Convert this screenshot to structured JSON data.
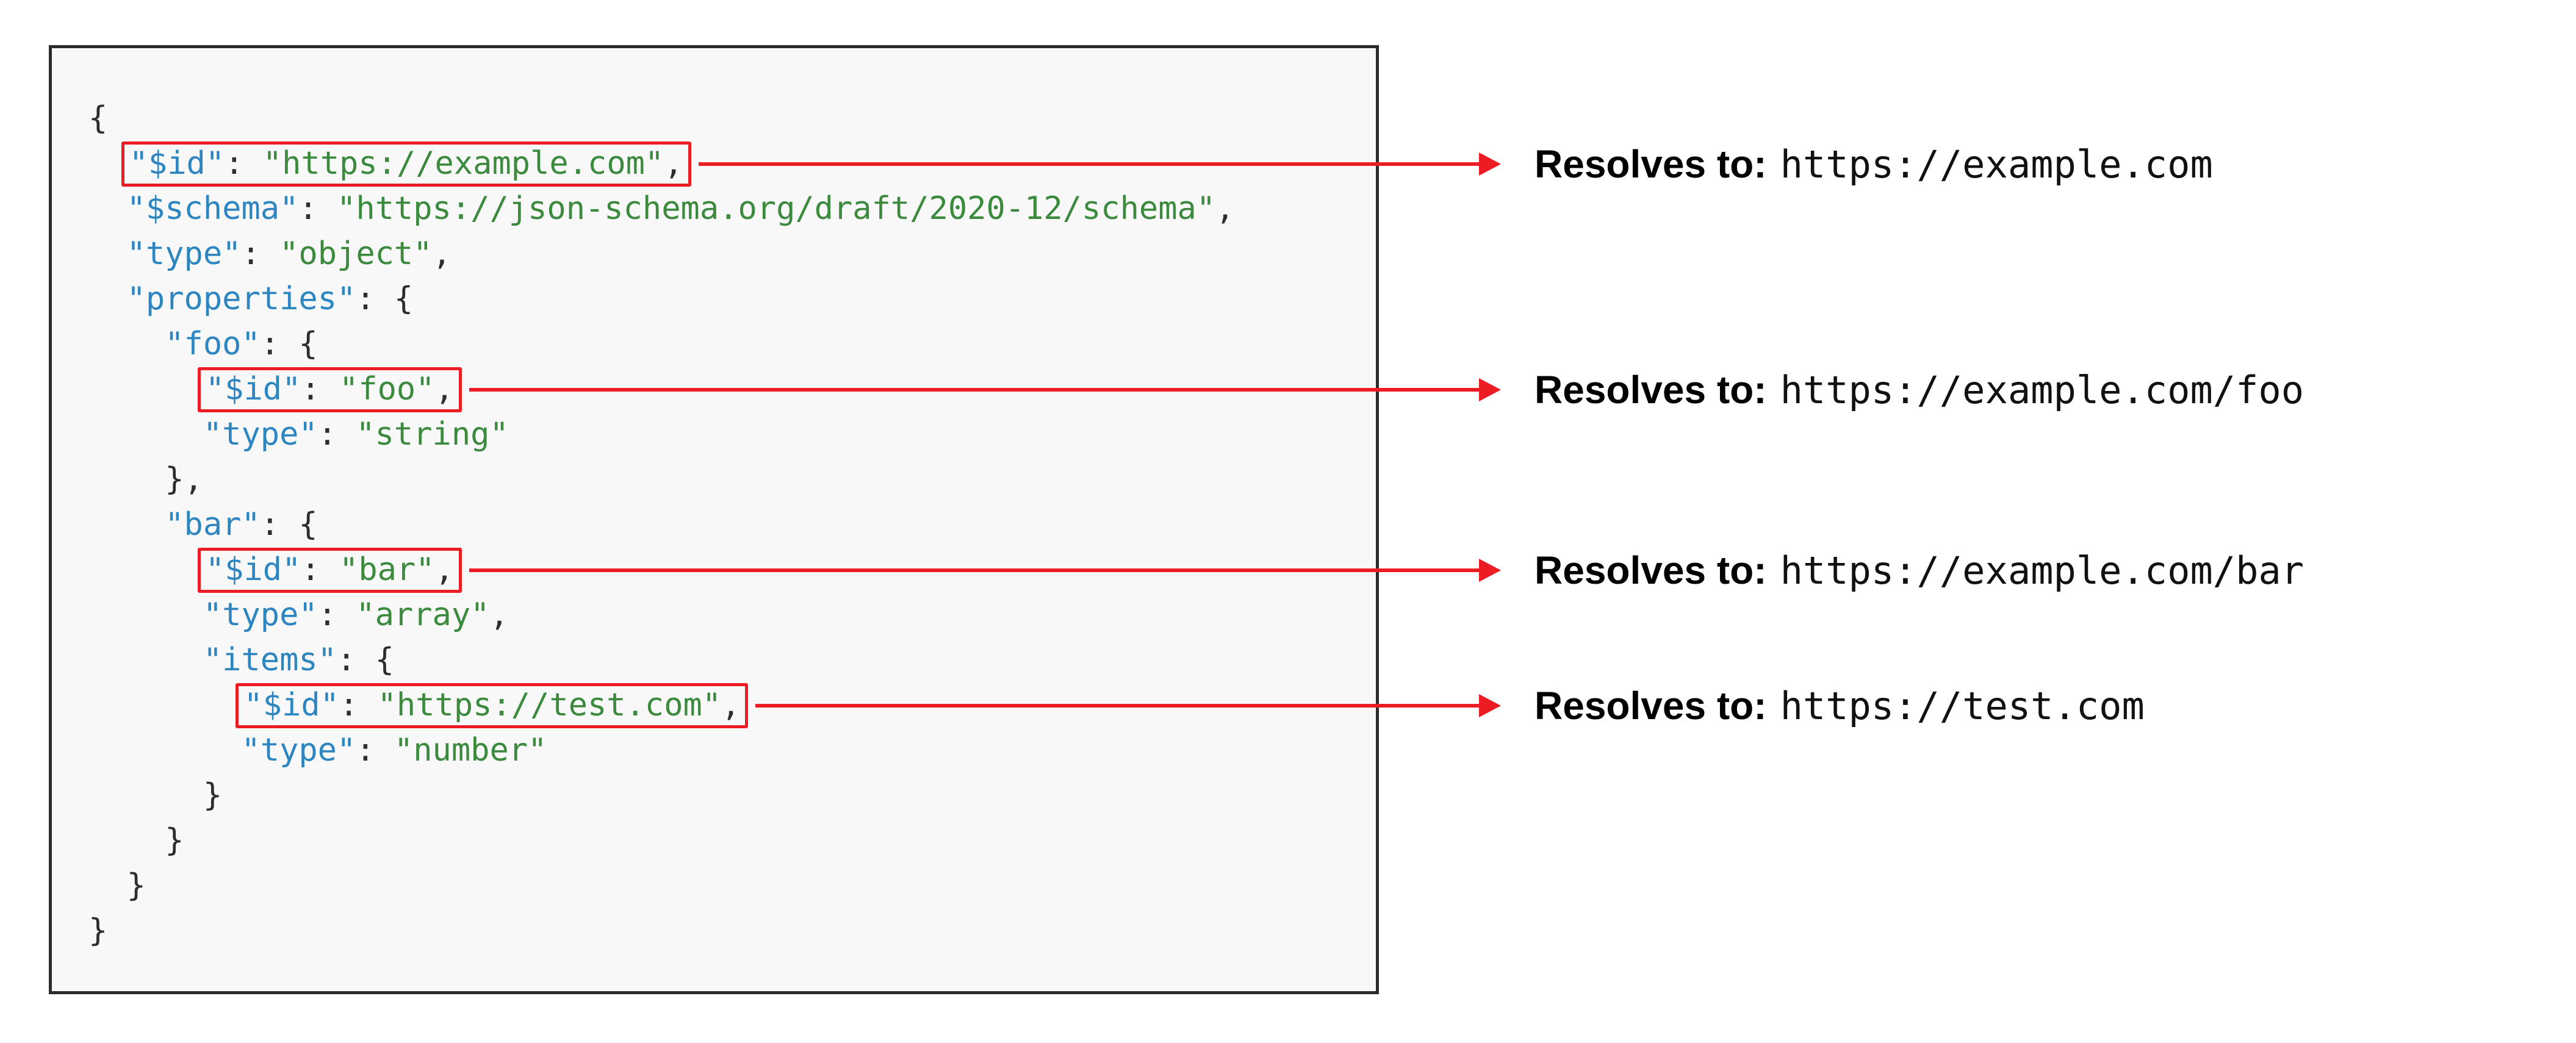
{
  "colors": {
    "red": "#ec1c24",
    "key": "#2e86c1",
    "string": "#3b8a3e",
    "punct": "#2d2d2d",
    "panel_bg": "#f8f8f8",
    "panel_border": "#2b2b2b"
  },
  "code": {
    "language": "json",
    "lines": [
      {
        "pre": "",
        "tokens": [
          {
            "type": "punct",
            "text": "{"
          }
        ]
      },
      {
        "pre": "  ",
        "annot": 0,
        "tokens": [
          {
            "type": "key",
            "text": "\"$id\""
          },
          {
            "type": "punct",
            "text": ": "
          },
          {
            "type": "string",
            "text": "\"https://example.com\""
          },
          {
            "type": "punct",
            "text": ","
          }
        ]
      },
      {
        "pre": "  ",
        "tokens": [
          {
            "type": "key",
            "text": "\"$schema\""
          },
          {
            "type": "punct",
            "text": ": "
          },
          {
            "type": "string",
            "text": "\"https://json-schema.org/draft/2020-12/schema\""
          },
          {
            "type": "punct",
            "text": ","
          }
        ]
      },
      {
        "pre": "  ",
        "tokens": [
          {
            "type": "key",
            "text": "\"type\""
          },
          {
            "type": "punct",
            "text": ": "
          },
          {
            "type": "string",
            "text": "\"object\""
          },
          {
            "type": "punct",
            "text": ","
          }
        ]
      },
      {
        "pre": "  ",
        "tokens": [
          {
            "type": "key",
            "text": "\"properties\""
          },
          {
            "type": "punct",
            "text": ": {"
          }
        ]
      },
      {
        "pre": "    ",
        "tokens": [
          {
            "type": "key",
            "text": "\"foo\""
          },
          {
            "type": "punct",
            "text": ": {"
          }
        ]
      },
      {
        "pre": "      ",
        "annot": 1,
        "tokens": [
          {
            "type": "key",
            "text": "\"$id\""
          },
          {
            "type": "punct",
            "text": ": "
          },
          {
            "type": "string",
            "text": "\"foo\""
          },
          {
            "type": "punct",
            "text": ","
          }
        ]
      },
      {
        "pre": "      ",
        "tokens": [
          {
            "type": "key",
            "text": "\"type\""
          },
          {
            "type": "punct",
            "text": ": "
          },
          {
            "type": "string",
            "text": "\"string\""
          }
        ]
      },
      {
        "pre": "    ",
        "tokens": [
          {
            "type": "punct",
            "text": "},"
          }
        ]
      },
      {
        "pre": "    ",
        "tokens": [
          {
            "type": "key",
            "text": "\"bar\""
          },
          {
            "type": "punct",
            "text": ": {"
          }
        ]
      },
      {
        "pre": "      ",
        "annot": 2,
        "tokens": [
          {
            "type": "key",
            "text": "\"$id\""
          },
          {
            "type": "punct",
            "text": ": "
          },
          {
            "type": "string",
            "text": "\"bar\""
          },
          {
            "type": "punct",
            "text": ","
          }
        ]
      },
      {
        "pre": "      ",
        "tokens": [
          {
            "type": "key",
            "text": "\"type\""
          },
          {
            "type": "punct",
            "text": ": "
          },
          {
            "type": "string",
            "text": "\"array\""
          },
          {
            "type": "punct",
            "text": ","
          }
        ]
      },
      {
        "pre": "      ",
        "tokens": [
          {
            "type": "key",
            "text": "\"items\""
          },
          {
            "type": "punct",
            "text": ": {"
          }
        ]
      },
      {
        "pre": "        ",
        "annot": 3,
        "tokens": [
          {
            "type": "key",
            "text": "\"$id\""
          },
          {
            "type": "punct",
            "text": ": "
          },
          {
            "type": "string",
            "text": "\"https://test.com\""
          },
          {
            "type": "punct",
            "text": ","
          }
        ]
      },
      {
        "pre": "        ",
        "tokens": [
          {
            "type": "key",
            "text": "\"type\""
          },
          {
            "type": "punct",
            "text": ": "
          },
          {
            "type": "string",
            "text": "\"number\""
          }
        ]
      },
      {
        "pre": "      ",
        "tokens": [
          {
            "type": "punct",
            "text": "}"
          }
        ]
      },
      {
        "pre": "    ",
        "tokens": [
          {
            "type": "punct",
            "text": "}"
          }
        ]
      },
      {
        "pre": "  ",
        "tokens": [
          {
            "type": "punct",
            "text": "}"
          }
        ]
      },
      {
        "pre": "",
        "tokens": [
          {
            "type": "punct",
            "text": "}"
          }
        ]
      }
    ]
  },
  "annotations": [
    {
      "label": "Resolves to:",
      "value": "https://example.com"
    },
    {
      "label": "Resolves to:",
      "value": "https://example.com/foo"
    },
    {
      "label": "Resolves to:",
      "value": "https://example.com/bar"
    },
    {
      "label": "Resolves to:",
      "value": "https://test.com"
    }
  ]
}
